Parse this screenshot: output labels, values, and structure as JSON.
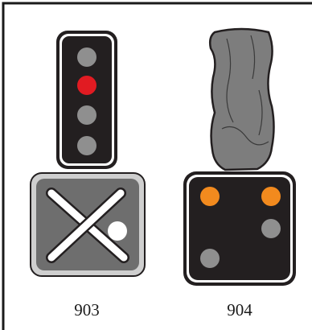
{
  "signals": [
    {
      "id": "903",
      "label": "903",
      "head_lamps": [
        "off",
        "red",
        "off",
        "off"
      ],
      "cross_plate": {
        "cross": "white-x",
        "lamp": "white"
      }
    },
    {
      "id": "904",
      "label": "904",
      "covered_head": "grey-cover",
      "plate_lamps": [
        "amber",
        "amber",
        "off",
        "off"
      ]
    }
  ],
  "colors": {
    "red": "#e11b22",
    "amber": "#f28a1e",
    "white": "#ffffff",
    "off": "#8f8f8f",
    "housing": "#231f20",
    "cross_plate": "#6e6e6e",
    "cover": "#7d7d7d"
  }
}
